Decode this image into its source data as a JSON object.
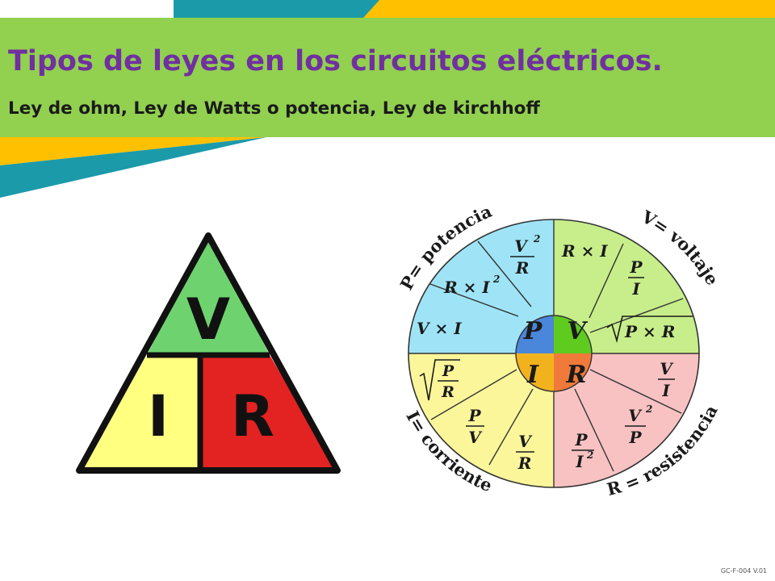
{
  "header": {
    "title": "Tipos de leyes en los circuitos eléctricos.",
    "subtitle": "Ley de ohm, Ley de Watts o potencia, Ley de kirchhoff"
  },
  "triangle": {
    "top": "V",
    "bottom_left": "I",
    "bottom_right": "R"
  },
  "wheel": {
    "center": {
      "p": "P",
      "v": "V",
      "i": "I",
      "r": "R"
    },
    "arc_labels": {
      "potencia": "P= potencia",
      "voltaje": "V= voltaje",
      "corriente": "I= corriente",
      "resistencia": "R = resistencia"
    },
    "formulas": {
      "p_v2_num": "V",
      "p_v2_exp": "2",
      "p_v2_den": "R",
      "p_ri2": "R × I",
      "p_ri2_exp": "2",
      "p_vi": "V × I",
      "v_ri": "R × I",
      "v_pi_num": "P",
      "v_pi_den": "I",
      "v_sqrt": "P × R",
      "i_sqrt_num": "P",
      "i_sqrt_den": "R",
      "i_pv_num": "P",
      "i_pv_den": "V",
      "i_vr_num": "V",
      "i_vr_den": "R",
      "r_vi_num": "V",
      "r_vi_den": "I",
      "r_v2p_num": "V",
      "r_v2p_exp": "2",
      "r_v2p_den": "P",
      "r_pi2_num": "P",
      "r_pi2_den": "I",
      "r_pi2_exp": "2"
    }
  },
  "footer": {
    "doc_code": "GC-F-004 V.01"
  },
  "colors": {
    "band": "#92d050",
    "title": "#7030a0",
    "teal": "#1b9aaa",
    "gold": "#ffc000",
    "tri_green": "#6ed36e",
    "tri_yellow": "#ffff80",
    "tri_red": "#e32222",
    "q_potencia": "#9fe4f6",
    "q_voltaje": "#c7ee8a",
    "q_corriente": "#fbf69a",
    "q_resistencia": "#f8c2c2",
    "c_p": "#4a86d9",
    "c_v": "#5ecb1e",
    "c_i": "#f2b21e",
    "c_r": "#f07a3a"
  }
}
